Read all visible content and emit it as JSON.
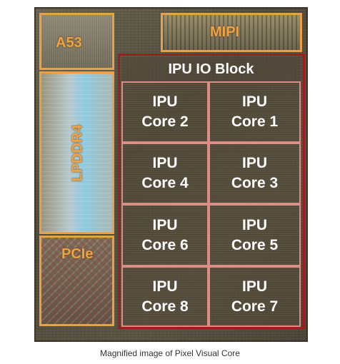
{
  "blocks": {
    "a53": "A53",
    "mipi": "MIPI",
    "lpddr4": "LPDDR4",
    "pcie": "PCIe",
    "io_block": "IPU IO Block"
  },
  "cores": [
    {
      "line1": "IPU",
      "line2": "Core 2"
    },
    {
      "line1": "IPU",
      "line2": "Core 1"
    },
    {
      "line1": "IPU",
      "line2": "Core 4"
    },
    {
      "line1": "IPU",
      "line2": "Core 3"
    },
    {
      "line1": "IPU",
      "line2": "Core 6"
    },
    {
      "line1": "IPU",
      "line2": "Core 5"
    },
    {
      "line1": "IPU",
      "line2": "Core 8"
    },
    {
      "line1": "IPU",
      "line2": "Core 7"
    }
  ],
  "caption": "Magnified image of Pixel Visual Core",
  "colors": {
    "block_outline": "#e8a04a",
    "ipu_outline": "#9b1f1f",
    "core_outline": "#d98f86"
  }
}
